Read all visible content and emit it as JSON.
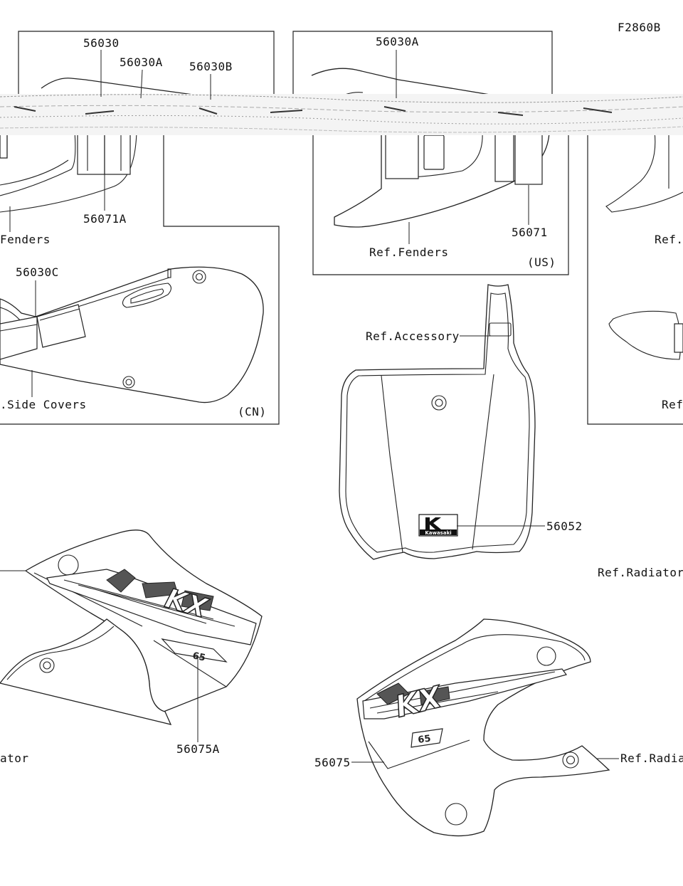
{
  "figure_code": "F2860B",
  "labels": {
    "p56030": "56030",
    "p56030A_left": "56030A",
    "p56030B": "56030B",
    "p56030A_right": "56030A",
    "p56071A": "56071A",
    "ref_fenders_left": "Fenders",
    "p56030C": "56030C",
    "ref_side_covers": ".Side Covers",
    "cn": "(CN)",
    "p56071": "56071",
    "ref_fenders_right": "Ref.Fenders",
    "us": "(US)",
    "ref_right_cut": "Ref.",
    "ref_right_cut2": "Ref",
    "ref_accessory": "Ref.Accessory",
    "p56052": "56052",
    "ref_radiator_top": "Ref.Radiator",
    "p56075A": "56075A",
    "ref_radiator_left_cut": "ator",
    "p56075": "56075",
    "ref_radiator_right_cut": "Ref.Radia"
  },
  "logo_text": "Kawasaki",
  "model_text": "KX",
  "size_text": "65"
}
